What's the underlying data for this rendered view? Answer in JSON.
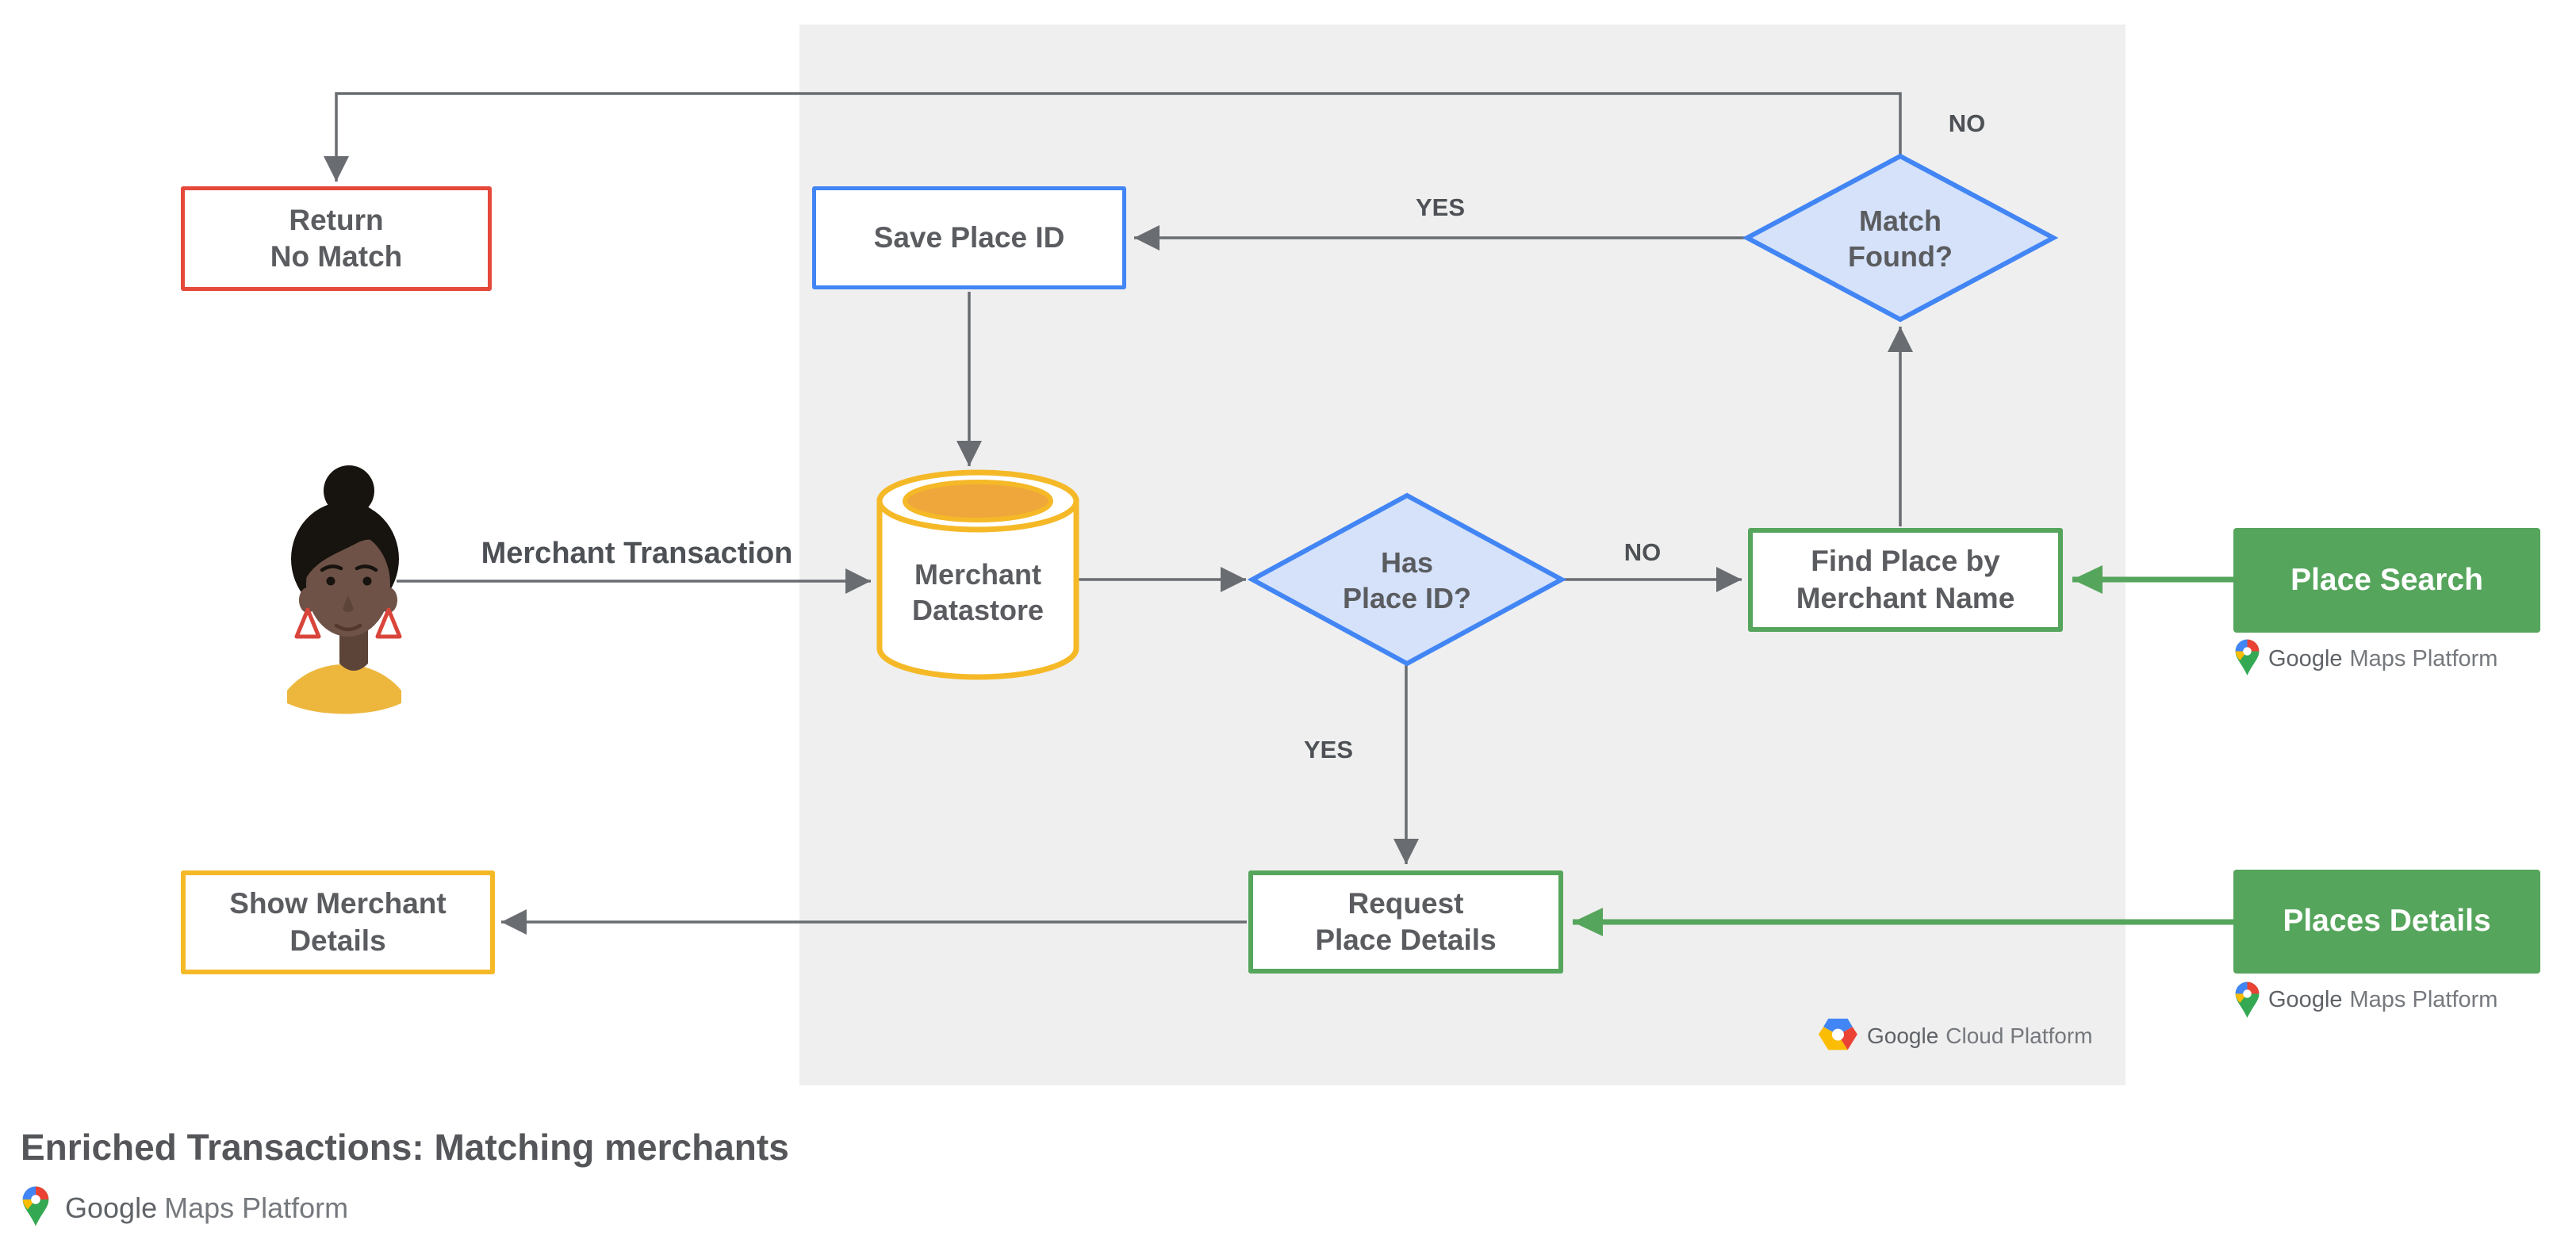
{
  "title": "Enriched Transactions: Matching merchants",
  "colors": {
    "red": "#E5493C",
    "blue": "#4285F4",
    "blue-fill": "#D5E2FA",
    "yellow": "#F5B928",
    "amber": "#EFA73B",
    "green": "#56A55C",
    "panel": "#EFEFEF",
    "line": "#696C70",
    "text": "#5A5C60",
    "label": "#4D5156",
    "title-color": "#54565A",
    "logo-dark": "#5F6368",
    "logo-light": "#75787D"
  },
  "nodes": {
    "return_no_match": "Return\nNo Match",
    "save_place_id": "Save Place ID",
    "match_found": "Match\nFound?",
    "merchant_datastore": "Merchant\nDatastore",
    "has_place_id": "Has\nPlace ID?",
    "find_place": "Find Place by\nMerchant Name",
    "place_search": "Place Search",
    "request_place_details": "Request\nPlace Details",
    "places_details": "Places Details",
    "show_merchant_details": "Show Merchant\nDetails"
  },
  "edge_labels": {
    "no_top": "NO",
    "yes_top": "YES",
    "no_mid": "NO",
    "yes_mid": "YES",
    "merchant_transaction": "Merchant Transaction"
  },
  "logos": {
    "gmp_google": "Google",
    "gmp_rest": "Maps Platform",
    "gcp_google": "Google",
    "gcp_rest": "Cloud Platform"
  }
}
